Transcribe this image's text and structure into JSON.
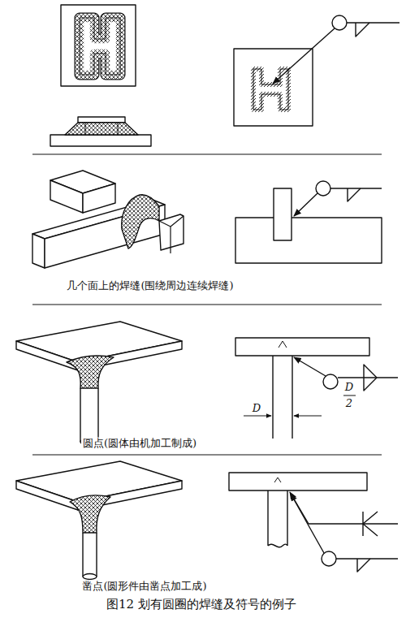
{
  "diagram": {
    "caption": "图12 划有圆圈的焊缝及符号的例子",
    "labels": [
      "几个面上的焊缝(围绕周边连续焊缝)",
      "D",
      "D",
      "2",
      "圆点(圆体由机加工制成)",
      "凿点(圆形件由凿点加工成)"
    ]
  }
}
